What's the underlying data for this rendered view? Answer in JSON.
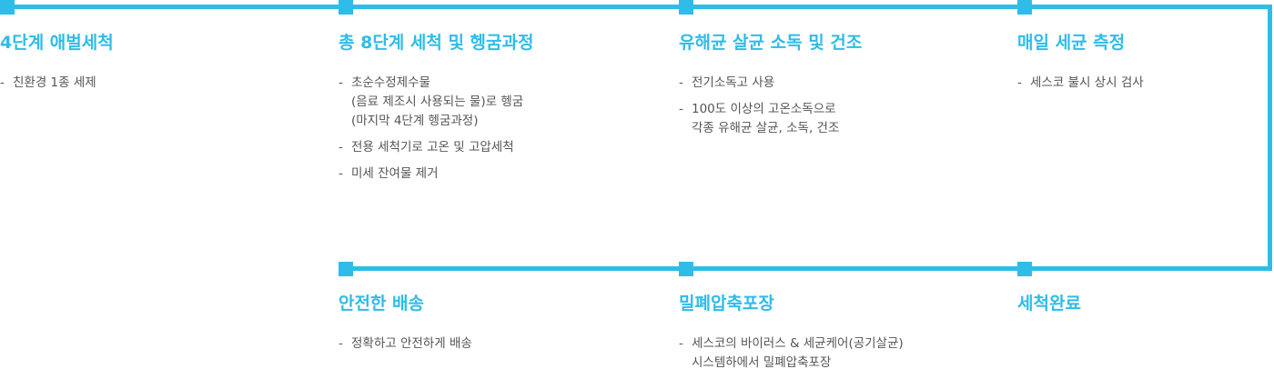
{
  "colors": {
    "accent": "#2fbce8",
    "text": "#555555"
  },
  "steps": [
    {
      "title": "4단계 애벌세척",
      "items": [
        "친환경 1종 세제"
      ]
    },
    {
      "title": "총 8단계 세척 및 헹굼과정",
      "items": [
        "초순수정제수물\n(음료 제조시 사용되는 물)로 헹굼\n(마지막 4단계 헹굼과정)",
        "전용 세척기로 고온 및 고압세척",
        "미세 잔여물 제거"
      ]
    },
    {
      "title": "유해균 살균 소독 및 건조",
      "items": [
        "전기소독고 사용",
        "100도 이상의 고온소독으로\n각종 유해균 살균, 소독, 건조"
      ]
    },
    {
      "title": "매일 세균 측정",
      "items": [
        "세스코 불시 상시 검사"
      ]
    },
    {
      "title": "안전한 배송",
      "items": [
        "정확하고 안전하게 배송"
      ]
    },
    {
      "title": "밀폐압축포장",
      "items": [
        "세스코의 바이러스 & 세균케어(공기살균)\n시스템하에서 밀폐압축포장"
      ]
    },
    {
      "title": "세척완료",
      "items": []
    }
  ]
}
